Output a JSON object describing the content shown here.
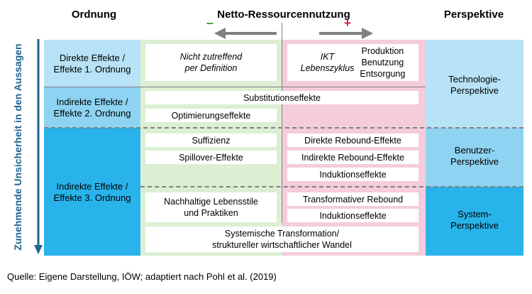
{
  "headers": {
    "ordnung": "Ordnung",
    "netto": "Netto-Ressourcennutzung",
    "perspektive": "Perspektive"
  },
  "arrows": {
    "minus": "–",
    "plus": "+"
  },
  "side_label": "Zunehmende Unsicherheit in den Aussagen",
  "ordnung": {
    "r1": "Direkte Effekte /\nEffekte 1. Ordnung",
    "r2": "Indirekte Effekte /\nEffekte 2. Ordnung",
    "r3": "Indirekte Effekte /\nEffekte 3. Ordnung"
  },
  "perspektive": {
    "technologie": "Technologie-\nPerspektive",
    "benutzer": "Benutzer-\nPerspektive",
    "system": "System-\nPerspektive"
  },
  "boxes": {
    "nicht_zutreffend": "Nicht zutreffend\nper Definition",
    "ikt": "IKT\nLebenszyklus",
    "ikt_phases": "Produktion\nBenutzung\nEntsorgung",
    "substitution": "Substitutionseffekte",
    "optimierung": "Optimierungseffekte",
    "suffizienz": "Suffizienz",
    "spillover": "Spillover-Effekte",
    "direkte_rebound": "Direkte Rebound-Effekte",
    "indirekte_rebound": "Indirekte Rebound-Effekte",
    "induktion1": "Induktionseffekte",
    "lebensstile": "Nachhaltige Lebensstile\nund Praktiken",
    "transformativ": "Transformativer Rebound",
    "induktion2": "Induktionseffekte",
    "systemisch": "Systemische Transformation/\nstruktureller wirtschaftlicher Wandel"
  },
  "colors": {
    "light_blue": "#b8e2f6",
    "mid_blue": "#8fd3f2",
    "strong_blue": "#29b3eb",
    "green": "#dcefd3",
    "pink": "#f5ccda",
    "header_blue": "#1f6391",
    "minus_green": "#2e9b3d",
    "plus_red": "#d8183c"
  },
  "source": "Quelle: Eigene Darstellung, IÖW; adaptiert nach Pohl et al. (2019)"
}
